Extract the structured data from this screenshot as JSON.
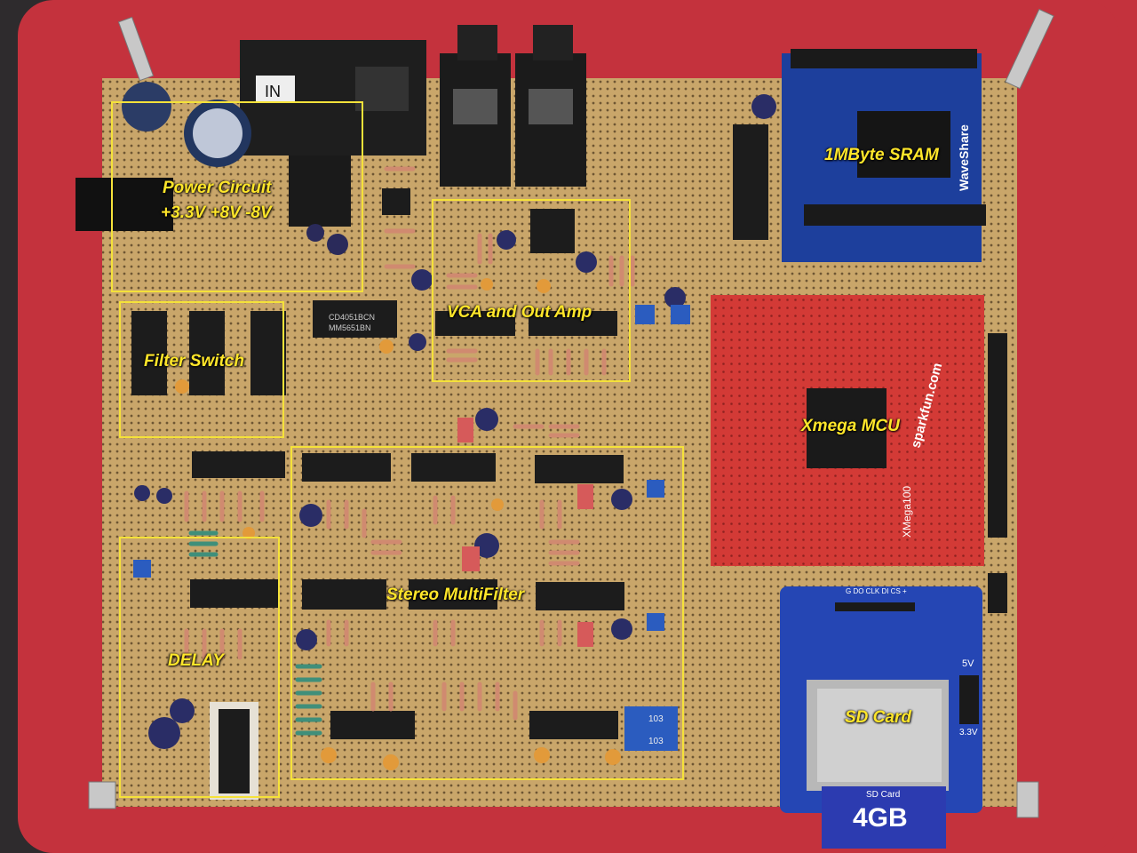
{
  "photo": {
    "subject": "hand-built synthesizer on stripboard with annotated sections",
    "colors": {
      "mat": "#c4323d",
      "board": "#c9a66a",
      "annotation": "#f5e23a",
      "red_breakout": "#d33a36",
      "blue_module": "#2046a6",
      "sd_card_blue": "#2c3bb0"
    }
  },
  "annotations": {
    "power": {
      "line1": "Power Circuit",
      "line2": "+3.3V  +8V -8V"
    },
    "vca": "VCA and Out Amp",
    "filter_switch": "Filter Switch",
    "stereo_filter": "Stereo MultiFilter",
    "delay": "DELAY",
    "sram": "1MByte SRAM",
    "mcu": "Xmega MCU",
    "sdcard": "SD Card"
  },
  "printed_text": {
    "input_label": "IN",
    "waveshare": "WaveShare",
    "sparkfun": "sparkfun.com",
    "xmega100": "XMega100",
    "sd_capacity": "4GB",
    "sd_card_word": "SD Card",
    "v5": "5V",
    "v33": "3.3V",
    "sd_pins": "G DO CLK DI CS +",
    "trim1": "103",
    "trim2": "103",
    "chip_cd4051": "CD4051BCN",
    "chip_mm5651": "MM5651BN"
  }
}
